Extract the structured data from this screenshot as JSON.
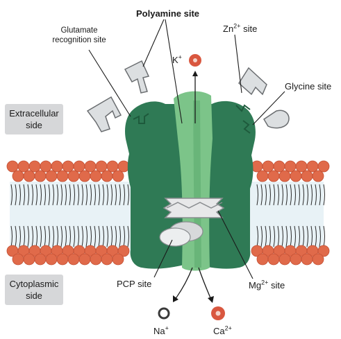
{
  "labels": {
    "polyamine": "Polyamine site",
    "glutamate": "Glutamate recognition site",
    "zinc_base": "Zn",
    "zinc_sup": "2+",
    "zinc_tail": "site",
    "glycine": "Glycine site",
    "extracellular": "Extracellular side",
    "cytoplasmic": "Cytoplasmic side",
    "pcp": "PCP  site",
    "mg_base": "Mg",
    "mg_sup": "2+",
    "mg_tail": "site"
  },
  "ions": {
    "k_base": "K",
    "k_sup": "+",
    "na_base": "Na",
    "na_sup": "+",
    "ca_base": "Ca",
    "ca_sup": "2+"
  },
  "colors": {
    "receptor_dark": "#2f7a55",
    "receptor_light": "#7cc489",
    "lipid_head": "#e06a4a",
    "lipid_tail": "#2a2a2a",
    "membrane_core": "#e8f2f6",
    "label_box": "#d6d7d9",
    "ion_red": "#d9573f",
    "ion_dark": "#3a3a3a"
  }
}
